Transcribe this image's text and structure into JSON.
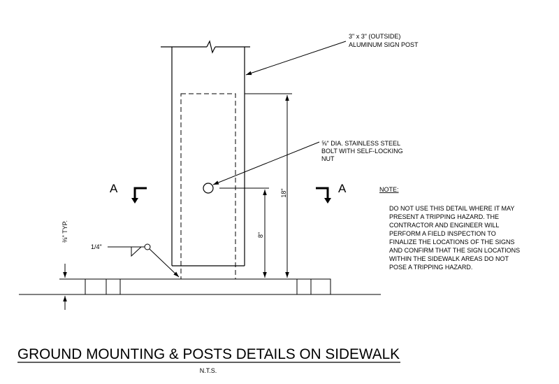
{
  "callouts": {
    "post_line1": "3\" x 3\" (OUTSIDE)",
    "post_line2": "ALUMINUM SIGN POST",
    "bolt_line1": "⅝\" DIA. STAINLESS STEEL",
    "bolt_line2": "BOLT WITH SELF-LOCKING",
    "bolt_line3": "NUT"
  },
  "section": {
    "left": "A",
    "right": "A"
  },
  "dimensions": {
    "height_18": "18\"",
    "height_8": "8\"",
    "slab": "⅜\" TYP.",
    "weld": "1/4\""
  },
  "note": {
    "heading": "NOTE:",
    "lines": [
      "DO NOT USE THIS DETAIL WHERE IT MAY",
      "PRESENT A TRIPPING HAZARD. THE",
      "CONTRACTOR AND ENGINEER WILL",
      "PERFORM A FIELD INSPECTION TO",
      "FINALIZE THE LOCATIONS OF THE SIGNS",
      "AND CONFIRM THAT THE SIGN LOCATIONS",
      "WITHIN THE SIDEWALK AREAS DO NOT",
      "POSE A TRIPPING HAZARD."
    ]
  },
  "title": "GROUND MOUNTING & POSTS DETAILS ON SIDEWALK",
  "scale": "N.T.S."
}
